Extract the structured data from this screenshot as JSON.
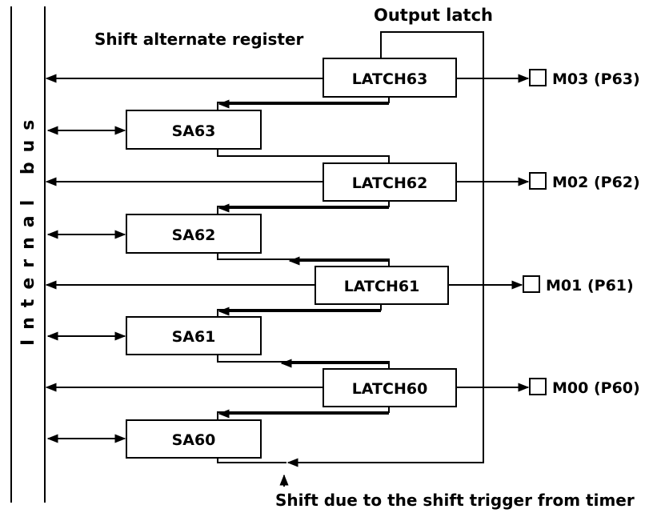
{
  "title_output_latch": "Output latch",
  "title_shift_register": "Shift alternate register",
  "bus_label": "Internal bus",
  "footer_note": "Shift due to the shift trigger from timer",
  "latches": [
    {
      "label": "LATCH63",
      "output": "M03 (P63)"
    },
    {
      "label": "LATCH62",
      "output": "M02 (P62)"
    },
    {
      "label": "LATCH61",
      "output": "M01 (P61)"
    },
    {
      "label": "LATCH60",
      "output": "M00 (P60)"
    }
  ],
  "shift_registers": [
    {
      "label": "SA63"
    },
    {
      "label": "SA62"
    },
    {
      "label": "SA61"
    },
    {
      "label": "SA60"
    }
  ]
}
